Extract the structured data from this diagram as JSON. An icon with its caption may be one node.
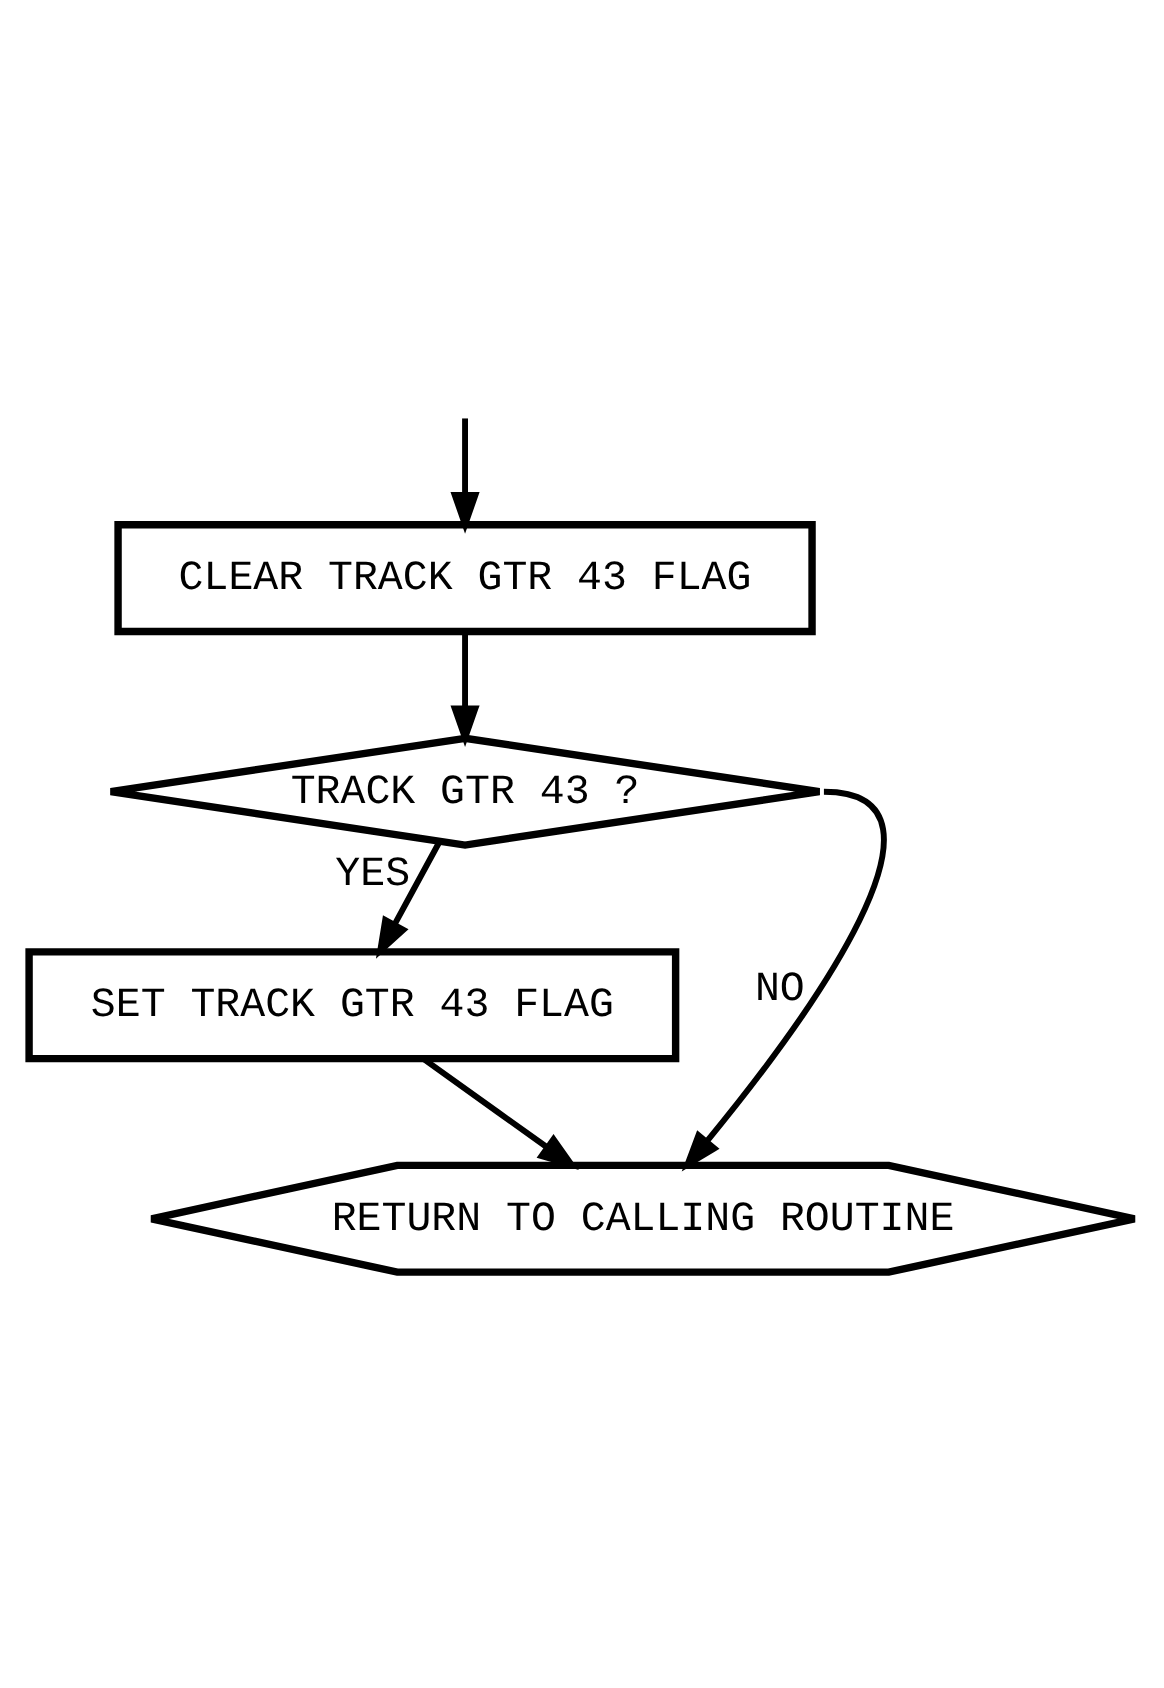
{
  "diagram": {
    "nodes": [
      {
        "text": [
          "CLEAR TRACK GTR 43 FLAG"
        ]
      },
      {
        "text": [
          "TRACK GTR 43 ?"
        ]
      },
      {
        "text": [
          "SET TRACK GTR 43 FLAG"
        ]
      },
      {
        "text": [
          "RETURN TO CALLING ROUTINE"
        ]
      }
    ],
    "edges": [
      {
        "from": null,
        "to": 0,
        "arrow": "to"
      },
      {
        "from": 0,
        "to": 1,
        "arrow": "to"
      },
      {
        "from": 1,
        "to": 2,
        "arrow": "to",
        "label": "YES"
      },
      {
        "from": 2,
        "to": 3,
        "arrow": "to"
      },
      {
        "from": 1,
        "to": 3,
        "arrow": "to",
        "label": "NO"
      }
    ]
  }
}
